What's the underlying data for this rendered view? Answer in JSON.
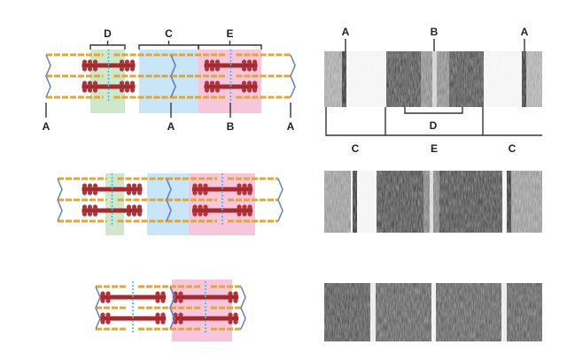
{
  "labels": {
    "a": "A",
    "b": "B",
    "c": "C",
    "d": "D",
    "e": "E"
  },
  "colors": {
    "zone_d": "#cfe8cc",
    "zone_c": "#c9e6f8",
    "zone_e": "#f7c6dd",
    "myosin": "#a32a2f",
    "myosin_heads": "#b0343a",
    "actin": "#e0a637",
    "z_line": "#6e86b8",
    "m_line": "#4fb4c8",
    "bracket": "#333333",
    "micrograph_dark": "#222222",
    "micrograph_light": "#f4f4f4"
  },
  "panels": [
    {
      "id": "relaxed",
      "state": "relaxed"
    },
    {
      "id": "partial",
      "state": "partially contracted"
    },
    {
      "id": "contracted",
      "state": "fully contracted"
    }
  ]
}
